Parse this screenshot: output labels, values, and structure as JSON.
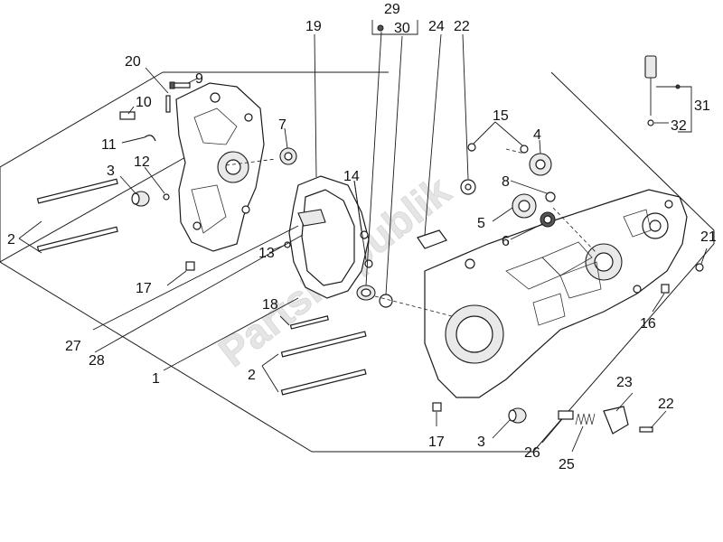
{
  "watermark": "PartsRepublik",
  "callouts": {
    "c1": "1",
    "c2a": "2",
    "c2b": "2",
    "c3a": "3",
    "c3b": "3",
    "c4": "4",
    "c5": "5",
    "c6": "6",
    "c7": "7",
    "c8": "8",
    "c9": "9",
    "c10": "10",
    "c11": "11",
    "c12": "12",
    "c13": "13",
    "c14": "14",
    "c15": "15",
    "c16": "16",
    "c17a": "17",
    "c17b": "17",
    "c18": "18",
    "c19": "19",
    "c20": "20",
    "c21": "21",
    "c22a": "22",
    "c22b": "22",
    "c23": "23",
    "c24": "24",
    "c25": "25",
    "c26": "26",
    "c27": "27",
    "c28": "28",
    "c29": "29",
    "c30": "30",
    "c31": "31",
    "c32": "32"
  },
  "colors": {
    "line": "#1a1a1a",
    "watermark": "#d0d0d0",
    "background": "#ffffff"
  }
}
